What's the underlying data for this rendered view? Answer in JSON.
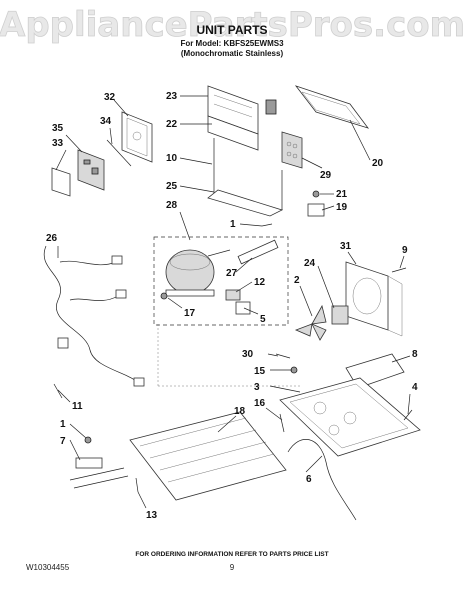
{
  "header": {
    "watermark": "AppliancePartsPros.com",
    "title": "UNIT PARTS",
    "model_line": "For Model: KBFS25EWMS3",
    "finish_line": "(Monochromatic Stainless)"
  },
  "callouts": [
    "32",
    "35",
    "34",
    "33",
    "23",
    "22",
    "10",
    "25",
    "28",
    "1",
    "26",
    "27",
    "12",
    "17",
    "5",
    "11",
    "1",
    "7",
    "13",
    "18",
    "16",
    "6",
    "3",
    "4",
    "8",
    "15",
    "30",
    "2",
    "24",
    "9",
    "31",
    "19",
    "21",
    "29",
    "20"
  ],
  "footer": {
    "ordering_note": "FOR ORDERING INFORMATION REFER TO PARTS PRICE LIST",
    "doc_number": "W10304455",
    "page_number": "9"
  }
}
